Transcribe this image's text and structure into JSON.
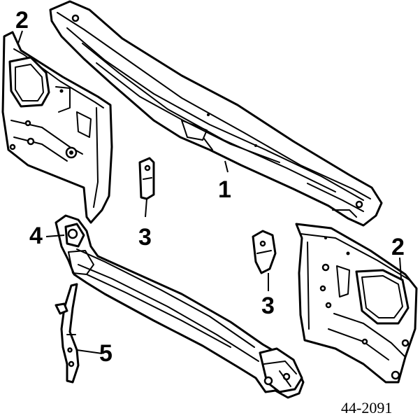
{
  "callouts": {
    "c1": "1",
    "c2_left": "2",
    "c2_right": "2",
    "c3_left": "3",
    "c3_right": "3",
    "c4": "4",
    "c5": "5"
  },
  "figure_number": "44-2091"
}
